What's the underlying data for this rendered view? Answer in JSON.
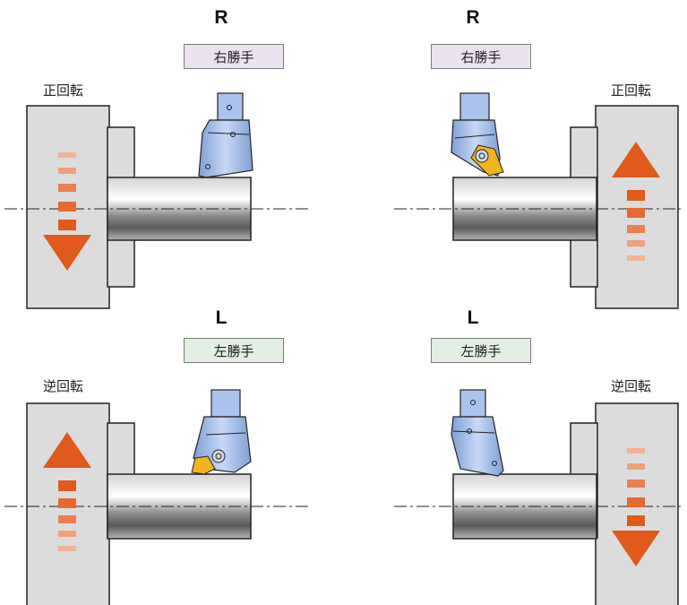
{
  "colors": {
    "arrow": "#e05a1c",
    "dash_light": "#f2b394",
    "chuck": "#dcdcdc",
    "holder": "#a9c3ec",
    "insert": "#f0b41c",
    "right_hand_bg": "#ece3f1",
    "left_hand_bg": "#e2efe2"
  },
  "sections": {
    "top": {
      "letter": "R",
      "hand": "右勝手",
      "left_rotation": "正回転",
      "right_rotation": "正回転",
      "left_arrow": "down",
      "right_arrow": "up"
    },
    "bottom": {
      "letter": "L",
      "hand": "左勝手",
      "left_rotation": "逆回転",
      "right_rotation": "逆回転",
      "left_arrow": "up",
      "right_arrow": "down"
    }
  }
}
